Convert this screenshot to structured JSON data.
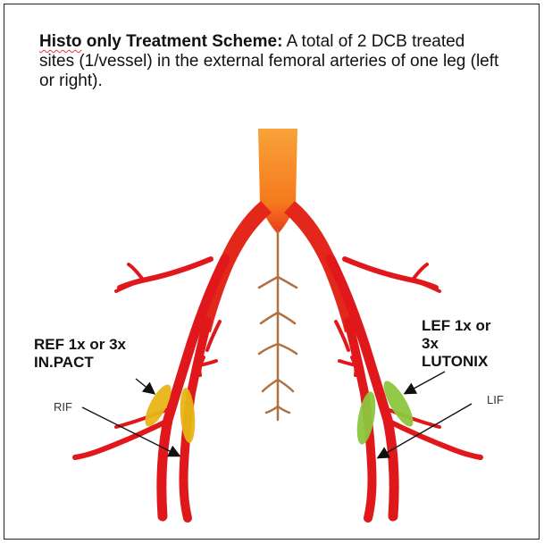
{
  "title": {
    "bold_underlined": "Histo",
    "bold_rest": " only Treatment Scheme:",
    "text": " A total of 2 DCB treated sites (1/vessel) in the external femoral arteries of one leg (left or right)."
  },
  "labels": {
    "ref_line1": "REF 1x or 3x",
    "ref_line2": "IN.PACT",
    "rif": "RIF",
    "lef_line1": "LEF 1x or",
    "lef_line2": "3x",
    "lef_line3": "LUTONIX",
    "lif": "LIF"
  },
  "colors": {
    "artery_red": "#e0181b",
    "aorta_orange": "#f57a1c",
    "inpact_yellow": "#e7b516",
    "lutonix_green": "#8cc63e",
    "median_vessel": "#b07040"
  }
}
